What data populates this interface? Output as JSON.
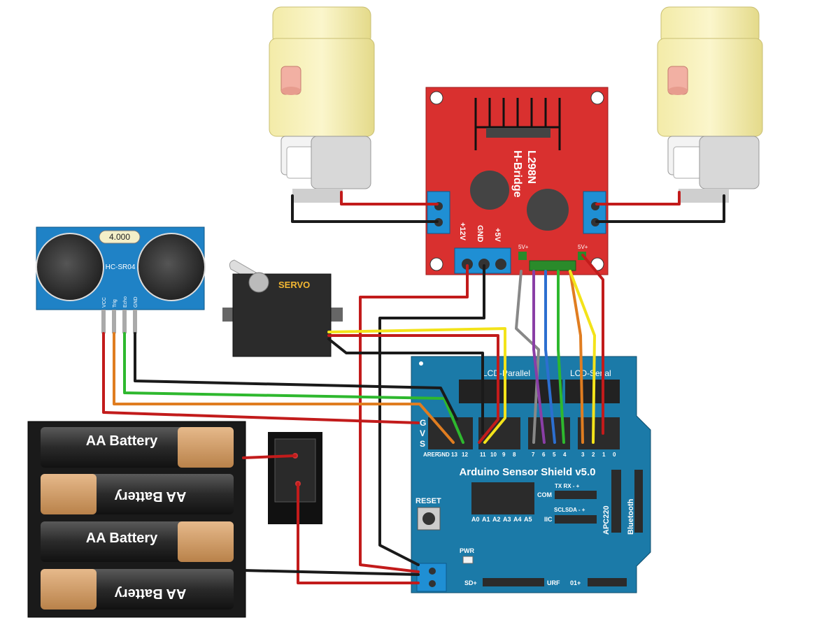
{
  "sensor": {
    "display": "4.000",
    "model": "HC-SR04",
    "pins": [
      "VCC",
      "Trig",
      "Echo",
      "GND"
    ]
  },
  "servo": {
    "label": "SERVO"
  },
  "hbridge": {
    "title_line1": "L298N",
    "title_line2": "H-Bridge",
    "power_pins": [
      "+12V",
      "GND",
      "+5V"
    ],
    "jumper_left": "5V+",
    "jumper_right": "5V+"
  },
  "battery": {
    "label": "AA Battery"
  },
  "shield": {
    "title": "Arduino Sensor Shield v5.0",
    "lcd_parallel": "LCD-Parallel",
    "lcd_serial": "LCD-Serial",
    "row_letters": [
      "G",
      "V",
      "S"
    ],
    "left_group_labels": [
      "AREF",
      "GND",
      "13",
      "12"
    ],
    "mid_group_labels": [
      "11",
      "10",
      "9",
      "8"
    ],
    "right_group_labels": [
      "7",
      "6",
      "5",
      "4"
    ],
    "far_group_labels": [
      "3",
      "2",
      "1",
      "0"
    ],
    "analog_labels": [
      "A0",
      "A1",
      "A2",
      "A3",
      "A4",
      "A5"
    ],
    "reset": "RESET",
    "pwr": "PWR",
    "com": "COM",
    "txrx": "TX RX  -  +",
    "iic": "IIC",
    "sclsda": "SCLSDA  -  +",
    "apc": "APC220",
    "bluetooth": "Bluetooth",
    "sd": "SD+",
    "urf": "URF",
    "zero_one": "01+"
  }
}
